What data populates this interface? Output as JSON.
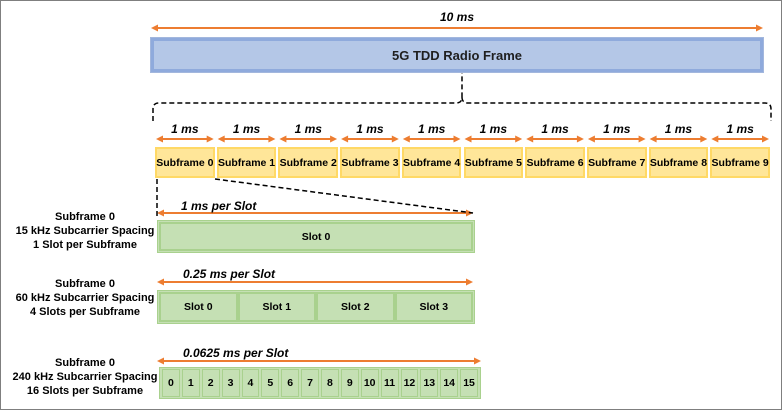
{
  "frame": {
    "title": "5G TDD Radio Frame",
    "duration": "10 ms"
  },
  "subframes": {
    "duration_label": "1 ms",
    "labels": [
      "Subframe 0",
      "Subframe 1",
      "Subframe 2",
      "Subframe 3",
      "Subframe 4",
      "Subframe 5",
      "Subframe 6",
      "Subframe 7",
      "Subframe 8",
      "Subframe 9"
    ]
  },
  "rows": [
    {
      "label_lines": [
        "Subframe 0",
        "15 kHz Subcarrier Spacing",
        "1 Slot per Subframe"
      ],
      "slot_duration": "1 ms per Slot",
      "slots": [
        "Slot 0"
      ]
    },
    {
      "label_lines": [
        "Subframe 0",
        "60 kHz Subcarrier Spacing",
        "4 Slots per Subframe"
      ],
      "slot_duration": "0.25 ms per Slot",
      "slots": [
        "Slot 0",
        "Slot 1",
        "Slot 2",
        "Slot 3"
      ]
    },
    {
      "label_lines": [
        "Subframe 0",
        "240 kHz Subcarrier Spacing",
        "16 Slots per Subframe"
      ],
      "slot_duration": "0.0625 ms per Slot",
      "slots": [
        "0",
        "1",
        "2",
        "3",
        "4",
        "5",
        "6",
        "7",
        "8",
        "9",
        "10",
        "11",
        "12",
        "13",
        "14",
        "15"
      ]
    }
  ],
  "colors": {
    "frame_fill": "#b4c7e7",
    "subframe_fill": "#ffe699",
    "slot_fill": "#c5e0b4",
    "arrow": "#ed7d31"
  }
}
